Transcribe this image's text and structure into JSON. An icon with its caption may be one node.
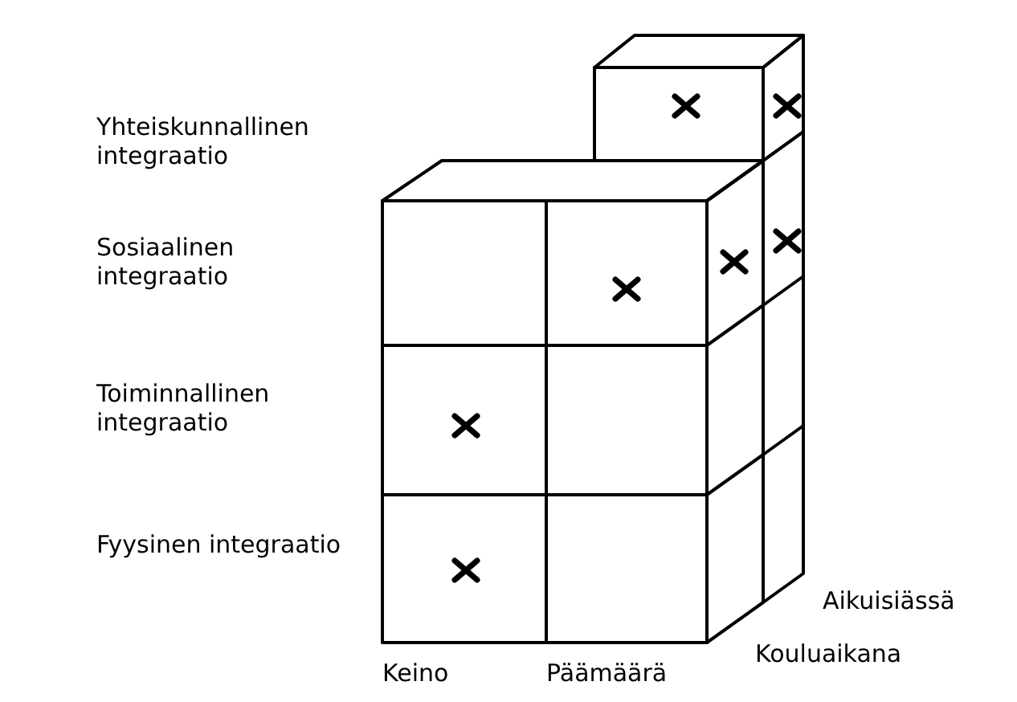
{
  "diagram": {
    "labels": [
      "Yhteiskunnallinen integraatio",
      "Sosiaalinen integraatio",
      "Toiminnallinen integraatio",
      "Fyysinen integraatio",
      "Aikuisiässä",
      "Keino",
      "Päämäärä",
      "Kouluaikana"
    ]
  }
}
